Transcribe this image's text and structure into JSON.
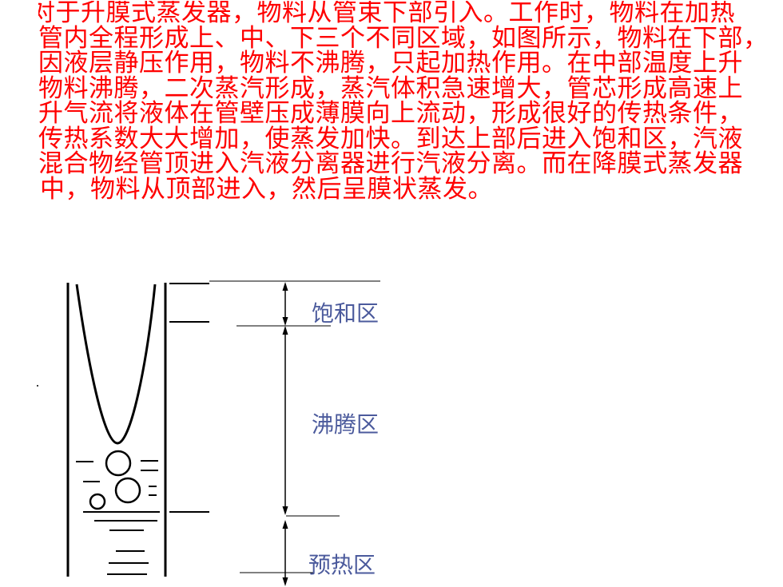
{
  "paragraph": {
    "lines": [
      "对于升膜式蒸发器，物料从管束下部引入。工作时，物料在加热",
      "管内全程形成上、中、下三个不同区域，如图所示，物料在下部，",
      "因液层静压作用，物料不沸腾，只起加热作用。在中部温度上升",
      "物料沸腾，二次蒸汽形成，蒸汽体积急速增大，管芯形成高速上",
      "升气流将液体在管壁压成薄膜向上流动，形成很好的传热条件，",
      "传热系数大大增加，使蒸发加快。到达上部后进入饱和区，汽液",
      "混合物经管顶进入汽液分离器进行汽液分离。而在降膜式蒸发器",
      "中，物料从顶部进入，然后呈膜状蒸发。"
    ]
  },
  "diagram": {
    "zones": [
      {
        "label": "饱和区"
      },
      {
        "label": "沸腾区"
      },
      {
        "label": "预热区"
      }
    ]
  },
  "colors": {
    "paragraph_text": "#FF0000",
    "zone_label": "#4B5A9C",
    "drawing_line": "#000000"
  }
}
